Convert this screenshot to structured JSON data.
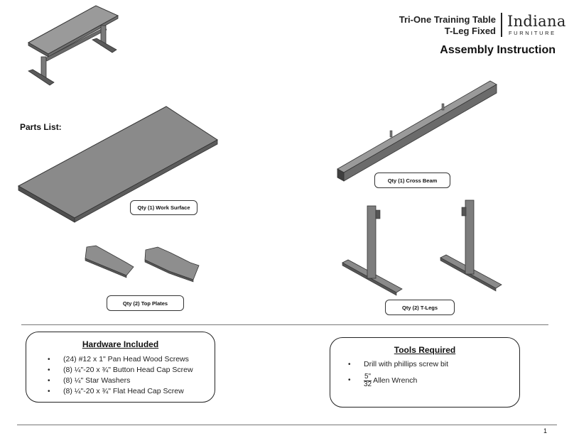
{
  "header": {
    "product_line1": "Tri-One Training Table",
    "product_line2": "T-Leg Fixed",
    "brand_name": "Indiana",
    "brand_sub": "FURNITURE",
    "document_title": "Assembly Instruction"
  },
  "parts": {
    "heading": "Parts List:",
    "work_surface": "Qty (1) Work Surface",
    "cross_beam": "Qty (1) Cross Beam",
    "top_plates": "Qty (2) Top Plates",
    "t_legs": "Qty (2) T-Legs"
  },
  "hardware": {
    "title": "Hardware Included",
    "items": [
      "(24) #12 x 1\" Pan Head Wood Screws",
      "(8) ¼\"-20 x ¾\" Button Head Cap Screw",
      "(8) ¼\" Star Washers",
      "(8) ¼\"-20 x ¾\" Flat Head Cap Screw"
    ]
  },
  "tools": {
    "title": "Tools Required",
    "item1": "Drill with phillips screw bit",
    "allen_numerator": "5\"",
    "allen_denominator": "32",
    "allen_label": "Allen Wrench"
  },
  "footer": {
    "page_number": "1"
  }
}
